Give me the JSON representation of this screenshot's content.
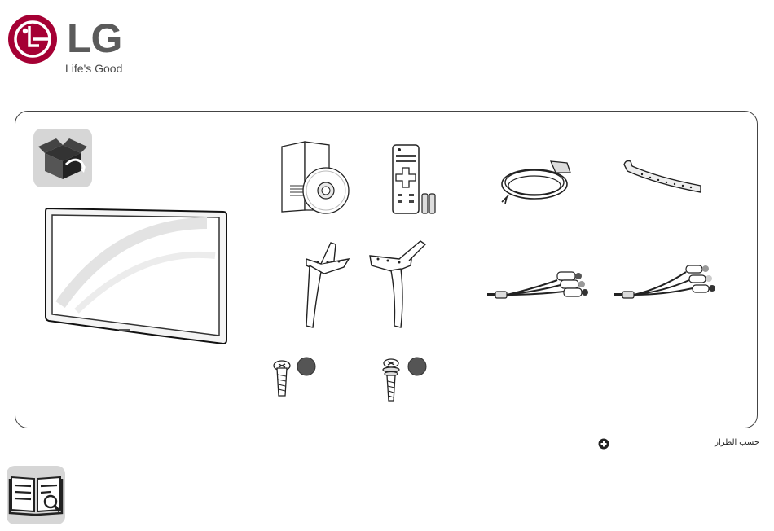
{
  "brand": {
    "name": "LG",
    "tagline": "Life's Good",
    "color": "#a50034"
  },
  "icons": {
    "box": "package-box-icon",
    "manual": "manual-book-icon",
    "plus": "plus-circle-icon"
  },
  "note": {
    "text": "حسب الطراز"
  }
}
